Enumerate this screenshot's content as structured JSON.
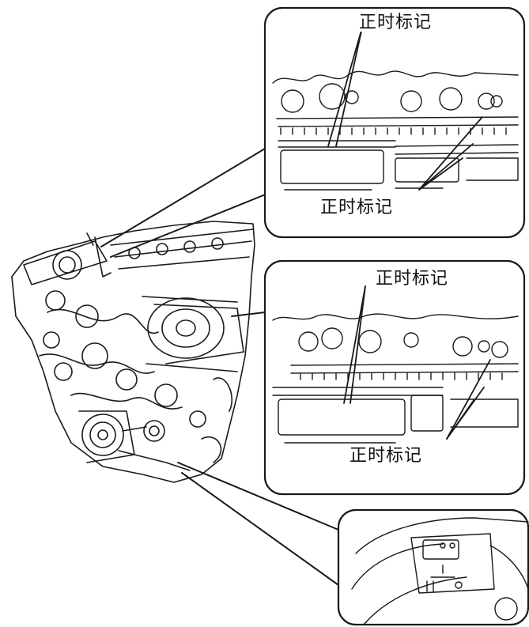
{
  "callouts": {
    "top_mark_label": "正时标记",
    "top_mark_label_2": "正时标记",
    "middle_mark_label": "正时标记",
    "middle_mark_label_2": "正时标记"
  },
  "colors": {
    "line": "#1a1a1a",
    "background": "#ffffff"
  },
  "icons": [
    "engine-illustration",
    "camshaft-detail-illustration",
    "crankshaft-detail-illustration"
  ]
}
